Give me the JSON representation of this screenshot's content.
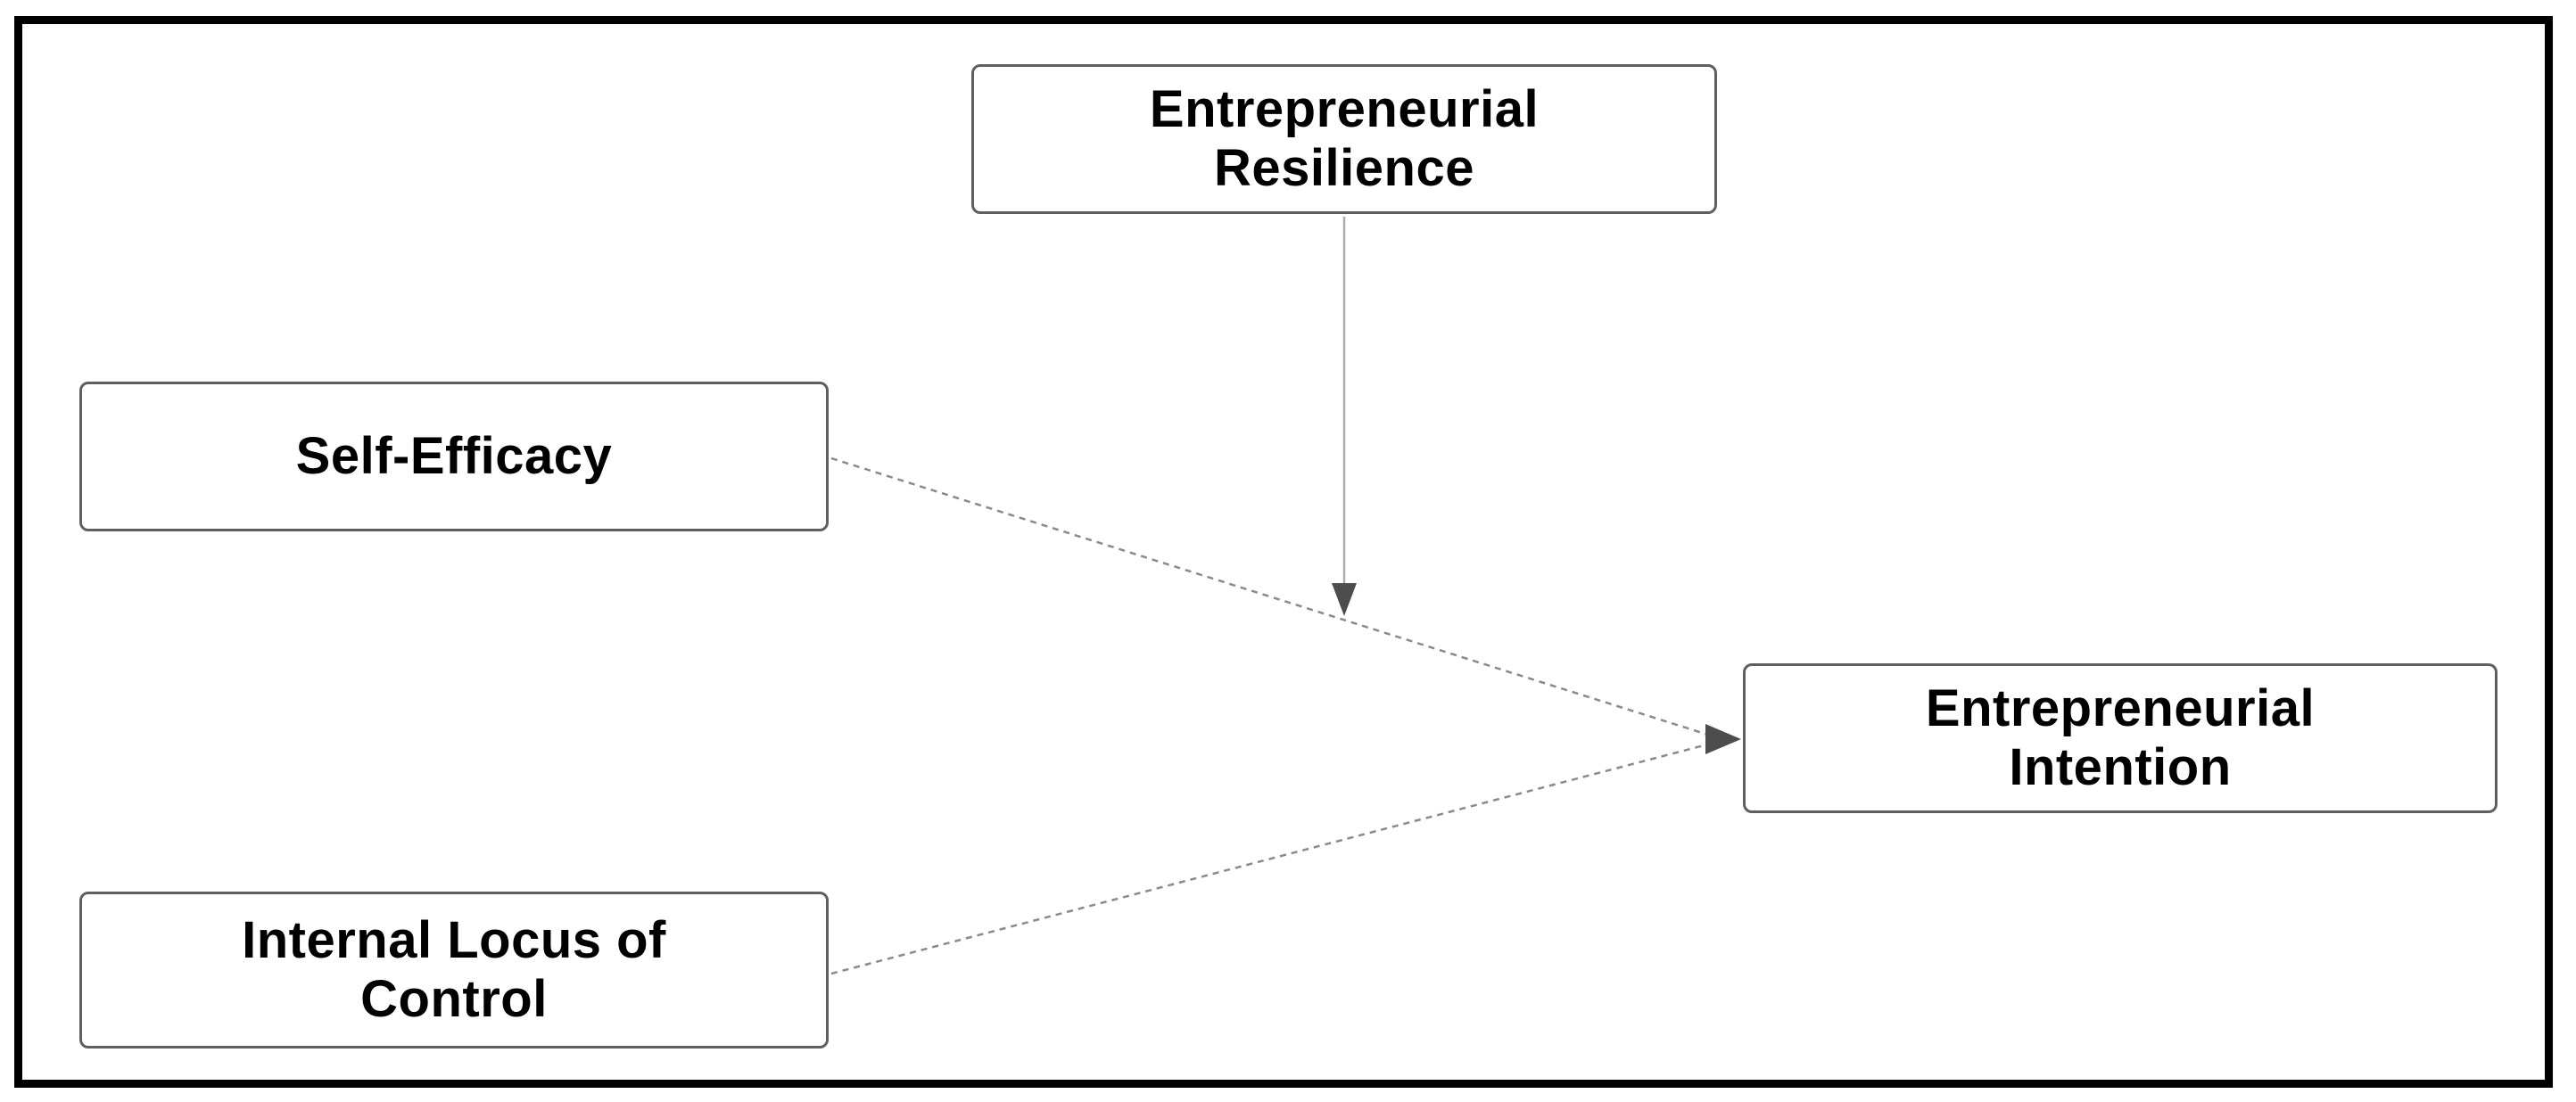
{
  "diagram": {
    "type": "conceptual-framework",
    "nodes": [
      {
        "id": "entrepreneurial-resilience",
        "label": "Entrepreneurial Resilience"
      },
      {
        "id": "self-efficacy",
        "label": "Self-Efficacy"
      },
      {
        "id": "internal-locus-of-control",
        "label": "Internal Locus of Control"
      },
      {
        "id": "entrepreneurial-intention",
        "label": "Entrepreneurial Intention"
      }
    ],
    "edges": [
      {
        "from": "Self-Efficacy",
        "to": "Entrepreneurial Intention",
        "style": "dashed-arrow"
      },
      {
        "from": "Internal Locus of Control",
        "to": "Entrepreneurial Intention",
        "style": "dashed-arrow"
      },
      {
        "from": "Entrepreneurial Resilience",
        "to": "path Self-Efficacy → Entrepreneurial Intention",
        "style": "moderating-arrow"
      }
    ],
    "colors": {
      "background": "#ffffff",
      "outer_border": "#000000",
      "node_fill": "#ffffff",
      "node_border": "#5f5f5f",
      "node_text": "#000000",
      "edge_line": "#8a8a8a",
      "moderator_line": "#ababab",
      "arrowhead": "#4d4d4d"
    }
  }
}
